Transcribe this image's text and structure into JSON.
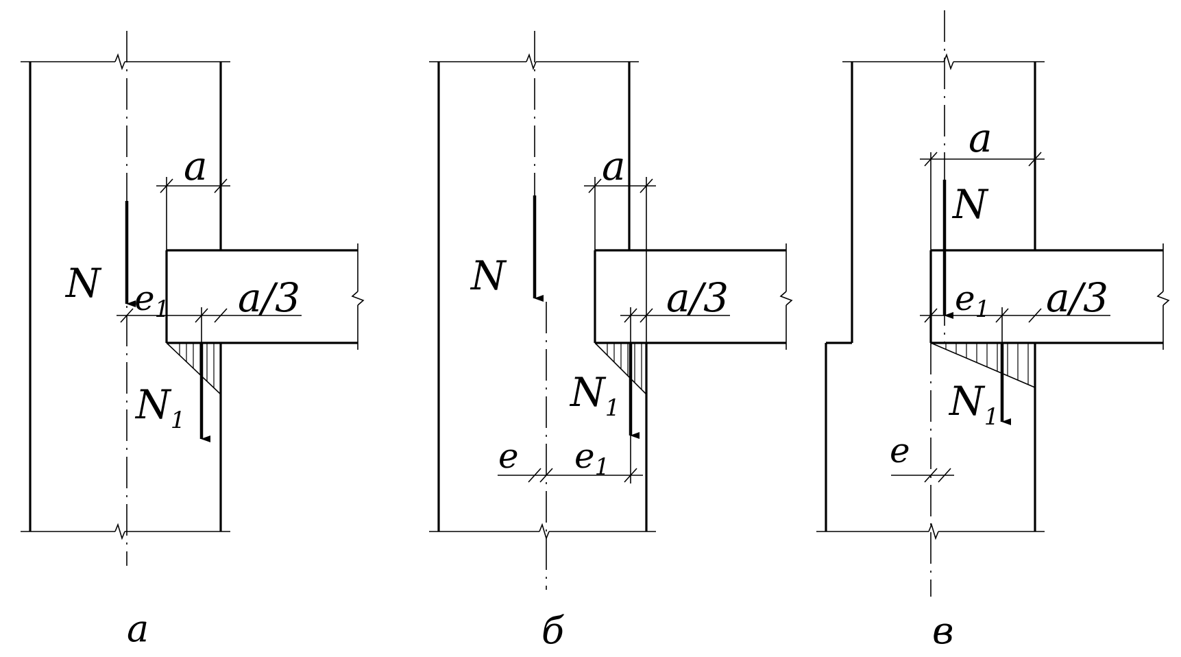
{
  "panels": [
    {
      "caption": "а",
      "labels": {
        "N": "N",
        "N1": "N",
        "N1_sub": "1",
        "a": "a",
        "a3": "a/3",
        "e1": "e",
        "e1_sub": "1"
      }
    },
    {
      "caption": "б",
      "labels": {
        "N": "N",
        "N1": "N",
        "N1_sub": "1",
        "a": "a",
        "a3": "a/3",
        "e": "e",
        "e1": "e",
        "e1_sub": "1"
      }
    },
    {
      "caption": "в",
      "labels": {
        "N": "N",
        "N1": "N",
        "N1_sub": "1",
        "a": "a",
        "a3": "a/3",
        "e": "e",
        "e1": "e",
        "e1_sub": "1"
      }
    }
  ]
}
